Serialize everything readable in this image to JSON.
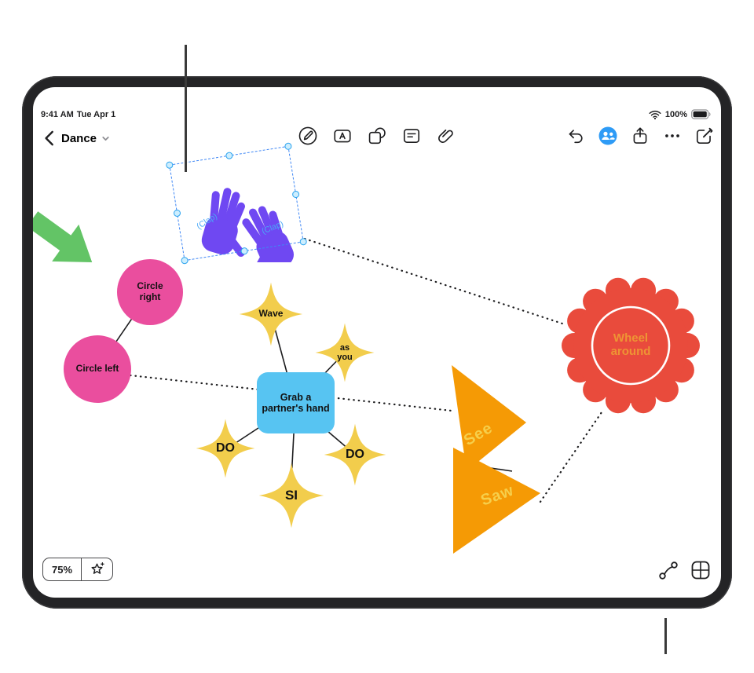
{
  "status_bar": {
    "time": "9:41 AM",
    "date": "Tue Apr 1",
    "battery_percent": "100%"
  },
  "toolbar": {
    "title": "Dance"
  },
  "icons": {
    "toolbar_center": [
      "markup-pen-icon",
      "text-box-icon",
      "shapes-icon",
      "sticky-note-icon",
      "attachment-icon"
    ],
    "toolbar_right": [
      "undo-icon",
      "collaborate-icon",
      "share-icon",
      "more-icon",
      "new-board-icon"
    ],
    "status": [
      "wifi-icon",
      "battery-icon"
    ],
    "bottom_left": [
      "favorites-star-icon"
    ],
    "bottom_right": [
      "connector-icon",
      "grid-icon"
    ]
  },
  "board": {
    "shapes": {
      "clap_hands": {
        "left_label": "(Clap)",
        "right_label": "(Clap)",
        "state": "selected"
      },
      "circle_right": {
        "label": "Circle right"
      },
      "circle_left": {
        "label": "Circle left"
      },
      "wave": {
        "label": "Wave"
      },
      "as_you": {
        "label": "as you"
      },
      "grab": {
        "label": "Grab a partner's hand"
      },
      "do_left": {
        "label": "DO"
      },
      "do_right": {
        "label": "DO"
      },
      "si": {
        "label": "SI"
      },
      "see": {
        "label": "See"
      },
      "saw": {
        "label": "Saw"
      },
      "wheel": {
        "label": "Wheel around"
      }
    }
  },
  "bottom_bar": {
    "zoom_level": "75%"
  },
  "colors": {
    "hands_purple": "#6f48f2",
    "clap_text_blue": "#49a8f7",
    "circle_pink": "#ea4e9e",
    "star_yellow": "#f2cd4c",
    "rect_blue": "#57c4f2",
    "triangle_orange": "#f59a05",
    "triangle_text_yellow": "#f6cf4b",
    "wheel_red": "#e94b3c",
    "wheel_text_orange": "#ee9434",
    "arrow_green": "#63c466",
    "selection_blue": "#3f87f5",
    "collaborate_blue": "#2e9bf6"
  }
}
